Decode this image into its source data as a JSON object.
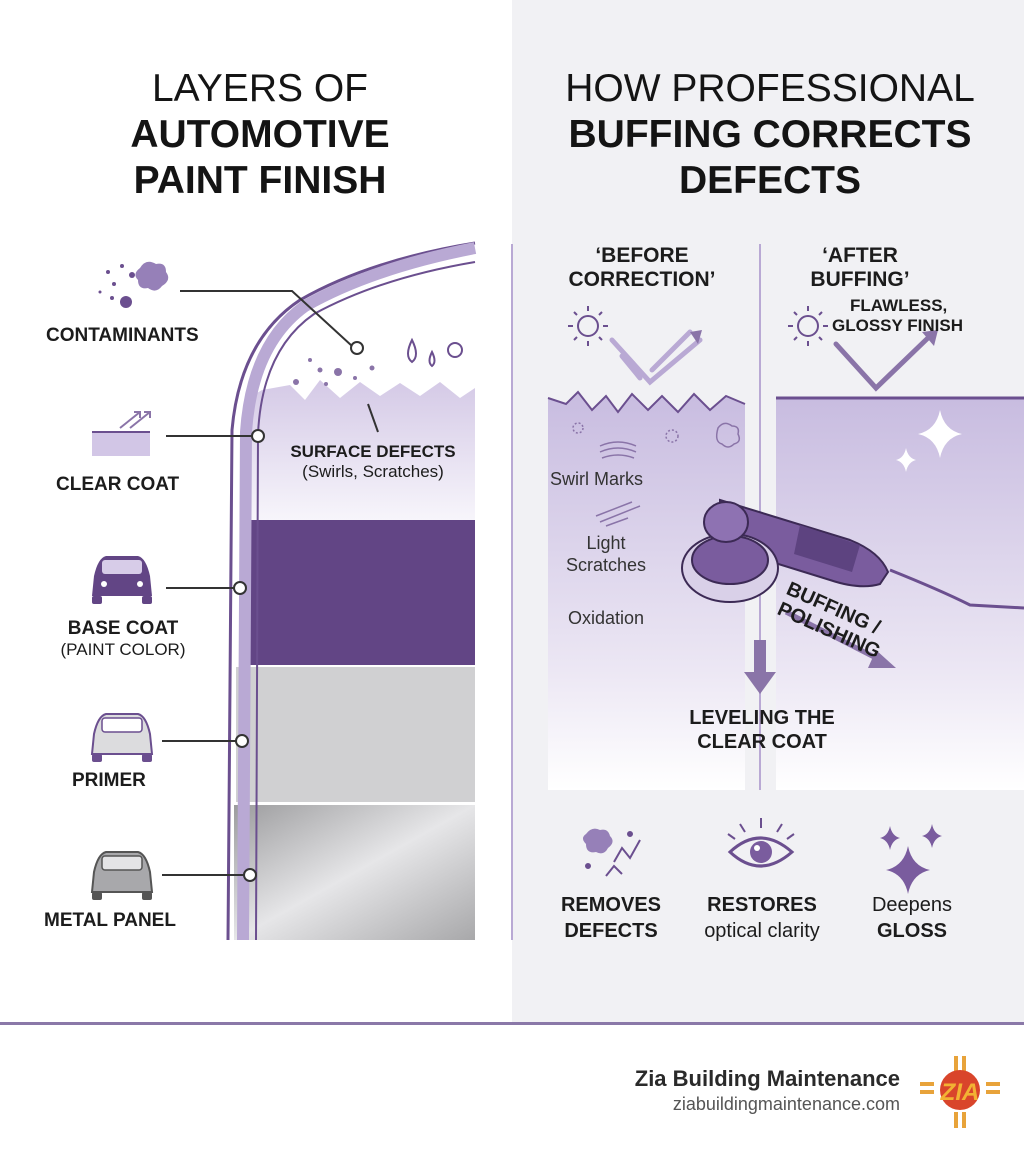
{
  "left": {
    "title_line1": "LAYERS OF",
    "title_line2": "AUTOMOTIVE",
    "title_line3": "PAINT FINISH",
    "contaminants": "CONTAMINANTS",
    "clear_coat": "CLEAR COAT",
    "base_coat": "BASE COAT",
    "base_coat_sub": "(PAINT COLOR)",
    "primer": "PRIMER",
    "metal_panel": "METAL PANEL",
    "surface_defects": "SURFACE DEFECTS",
    "surface_defects_sub": "(Swirls, Scratches)"
  },
  "right": {
    "title_line1": "HOW PROFESSIONAL",
    "title_line2": "BUFFING CORRECTS",
    "title_line3": "DEFECTS",
    "before_line1": "‘BEFORE",
    "before_line2": "CORRECTION’",
    "after_line1": "‘AFTER",
    "after_line2": "BUFFING’",
    "flawless_line1": "FLAWLESS,",
    "flawless_line2": "GLOSSY FINISH",
    "swirl_marks": "Swirl Marks",
    "light_scratches_line1": "Light",
    "light_scratches_line2": "Scratches",
    "oxidation": "Oxidation",
    "buffing_line1": "BUFFING /",
    "buffing_line2": "POLISHING",
    "leveling_line1": "LEVELING THE",
    "leveling_line2": "CLEAR COAT"
  },
  "benefits": [
    {
      "line1": "REMOVES",
      "line2": "DEFECTS"
    },
    {
      "line1": "RESTORES",
      "line2": "optical clarity"
    },
    {
      "line1": "Deepens",
      "line2": "GLOSS"
    }
  ],
  "footer": {
    "company": "Zia Building Maintenance",
    "url": "ziabuildingmaintenance.com",
    "logo_text": "ZIA"
  },
  "colors": {
    "accent": "#6b4f8f",
    "lavender": "#b9a9d4",
    "base_coat": "#624585",
    "primer": "#cfcfd1",
    "metal": "#b3b3b5"
  }
}
